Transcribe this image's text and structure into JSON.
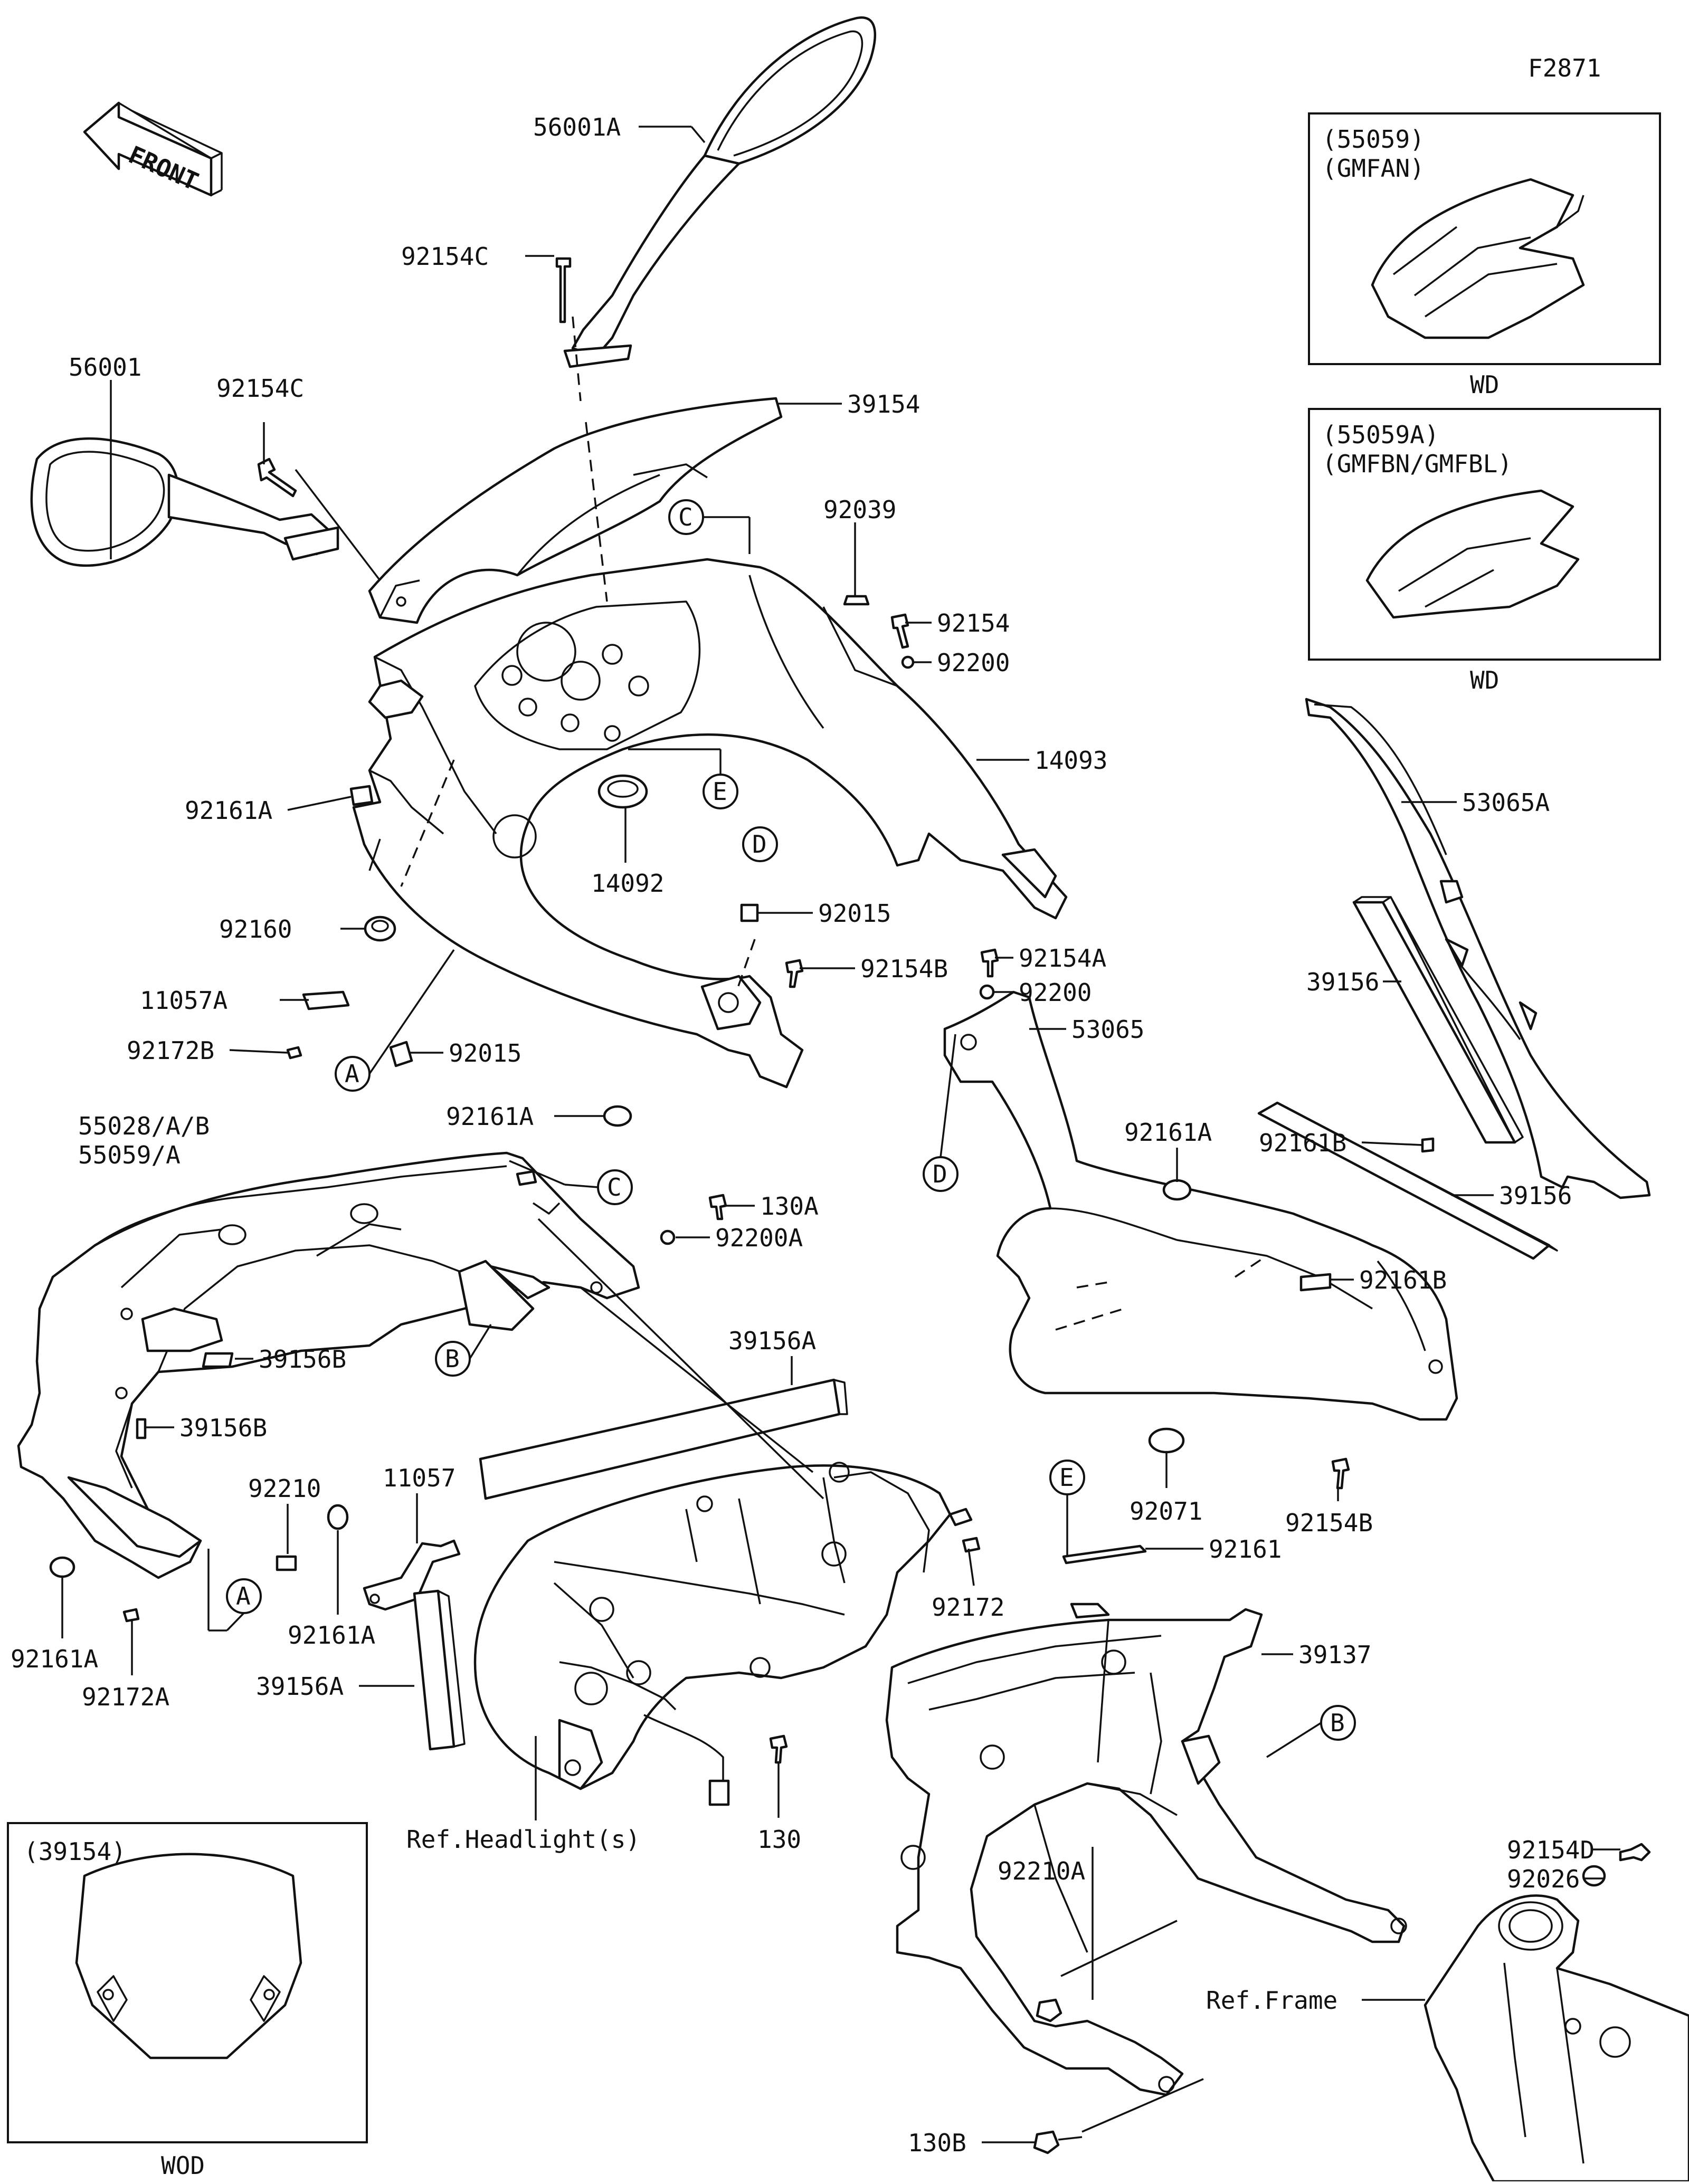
{
  "figure_code": "F2871",
  "front_arrow": "FRONT",
  "ref_headlight": "Ref.Headlight(s)",
  "ref_frame": "Ref.Frame",
  "callouts": {
    "c_top": "C",
    "c_mid": "C",
    "e_top": "E",
    "e_mid": "E",
    "d_top": "D",
    "d_mid": "D",
    "a_top": "A",
    "a_bot": "A",
    "b_top": "B",
    "b_bot": "B"
  },
  "inset_gmfan": {
    "code": "(55059)",
    "variant": "(GMFAN)",
    "footer": "WD"
  },
  "inset_gmfbn": {
    "code": "(55059A)",
    "variant": "(GMFBN/GMFBL)",
    "footer": "WD"
  },
  "inset_windshield": {
    "code": "(39154)",
    "footer": "WOD"
  },
  "labels": {
    "p56001a": "56001A",
    "p92154c_top": "92154C",
    "p56001": "56001",
    "p92154c_left": "92154C",
    "p39154": "39154",
    "p92039": "92039",
    "p92154": "92154",
    "p92200": "92200",
    "p14093": "14093",
    "p92161a_1": "92161A",
    "p14092": "14092",
    "p92160": "92160",
    "p92015_1": "92015",
    "p11057a": "11057A",
    "p92154b_1": "92154B",
    "p92154a": "92154A",
    "p92200b": "92200",
    "p92172b": "92172B",
    "p92015_2": "92015",
    "p92161a_2": "92161A",
    "p53065": "53065",
    "p55028": "55028/A/B",
    "p55059a": "55059/A",
    "p53065a": "53065A",
    "p39156_1": "39156",
    "p92161b_1": "92161B",
    "p92161a_3": "92161A",
    "p130a": "130A",
    "p92200a": "92200A",
    "p39156_2": "39156",
    "p92161b_2": "92161B",
    "p39156a_1": "39156A",
    "p39156b_1": "39156B",
    "p39156b_2": "39156B",
    "p11057": "11057",
    "p92210": "92210",
    "p92071": "92071",
    "p92154b_2": "92154B",
    "p92161": "92161",
    "p92172": "92172",
    "p92161a_4": "92161A",
    "p92161a_5": "92161A",
    "p92172a": "92172A",
    "p39156a_2": "39156A",
    "p39137": "39137",
    "p130": "130",
    "p92154d": "92154D",
    "p92026": "92026",
    "p92210a": "92210A",
    "p130b": "130B"
  }
}
